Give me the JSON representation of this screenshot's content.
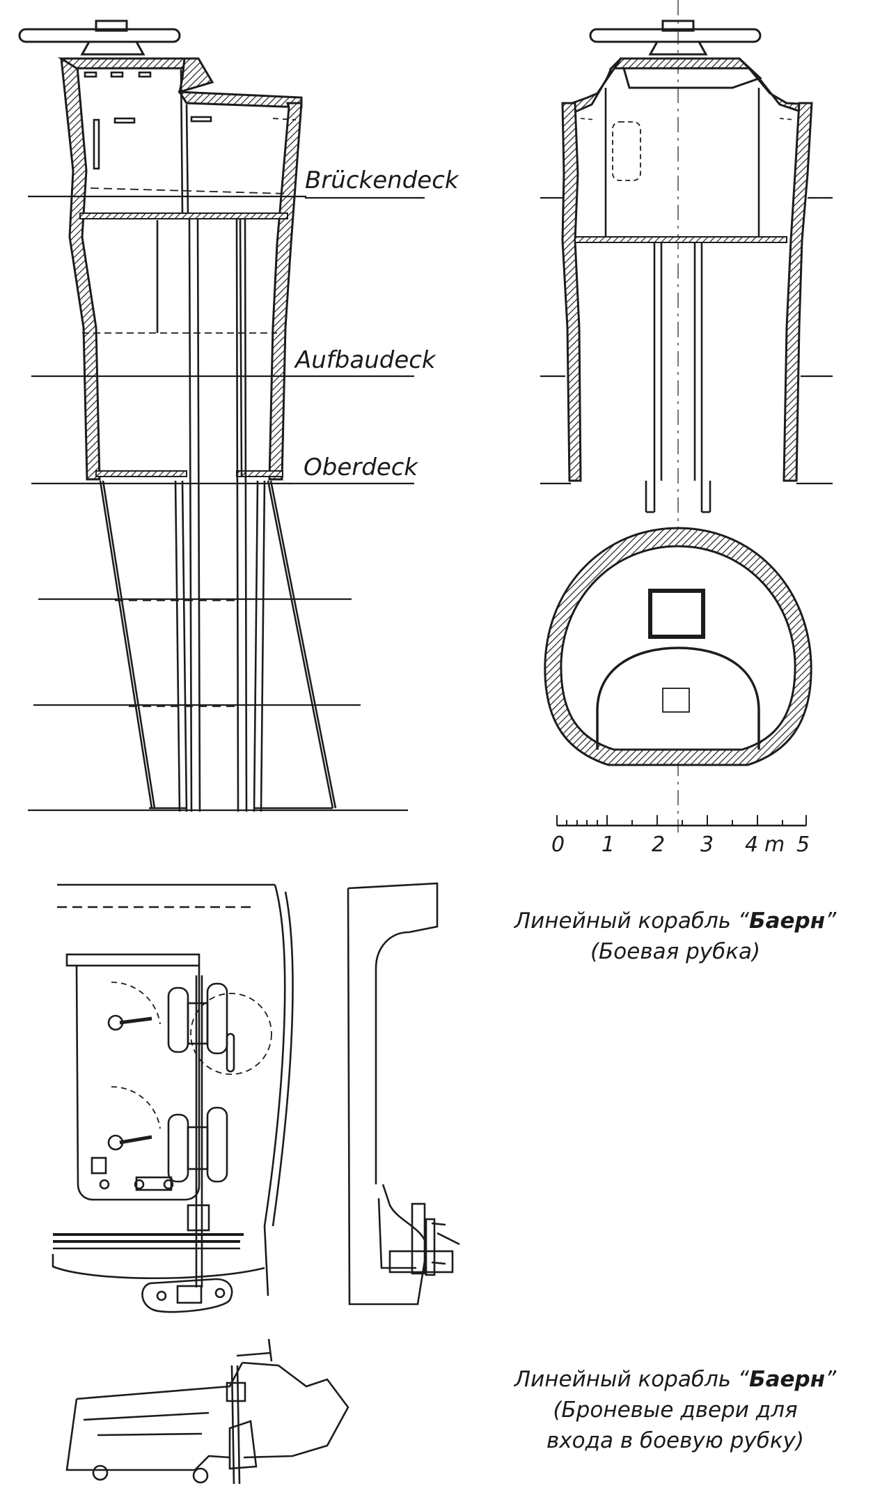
{
  "deck_labels": {
    "bridge": "Brückendeck",
    "superstructure": "Aufbaudeck",
    "upper": "Oberdeck"
  },
  "scale": {
    "ticks": [
      "0",
      "1",
      "2",
      "3",
      "4",
      "5"
    ],
    "unit": "m"
  },
  "captions": {
    "conning_tower": {
      "prefix": "Линейный корабль “",
      "ship": "Баерн",
      "suffix": "”",
      "subtitle": "(Боевая рубка)"
    },
    "armored_doors": {
      "prefix": "Линейный корабль “",
      "ship": "Баерн",
      "suffix": "”",
      "line2": "(Броневые двери для",
      "line3": "входа в боевую  рубку)"
    }
  }
}
